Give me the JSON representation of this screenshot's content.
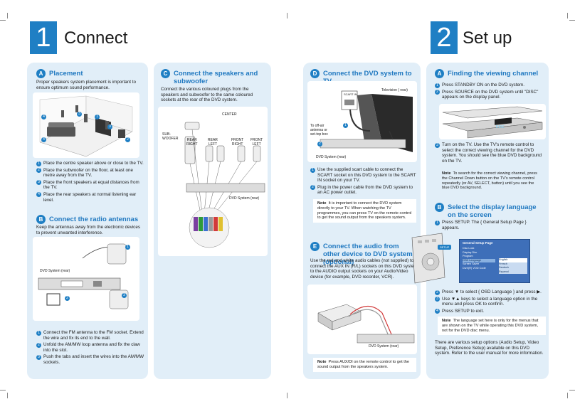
{
  "left_step": {
    "number": "1",
    "title": "Connect"
  },
  "right_step": {
    "number": "2",
    "title": "Set up"
  },
  "placement": {
    "letter": "A",
    "title": "Placement",
    "intro": "Proper speakers system placement is important to ensure optimum sound performance.",
    "callouts": [
      "4",
      "3",
      "1",
      "2",
      "4",
      "3"
    ],
    "steps": [
      {
        "n": "1",
        "text": "Place the centre speaker above or close to the TV."
      },
      {
        "n": "2",
        "text": "Place the subwoofer on the floor, at least one metre away from the TV."
      },
      {
        "n": "3",
        "text": "Place the front speakers at equal distances from the TV."
      },
      {
        "n": "4",
        "text": "Place the rear speakers at normal listening ear level."
      }
    ]
  },
  "radio": {
    "letter": "B",
    "title": "Connect the radio antennas",
    "intro": "Keep the antennas away from the electronic devices to prevent unwanted interference.",
    "device_label": "DVD System (rear)",
    "callouts": [
      "1",
      "2",
      "3"
    ],
    "steps": [
      {
        "n": "1",
        "text": "Connect the FM antenna to the FM socket. Extend the wire and fix its end to the wall."
      },
      {
        "n": "2",
        "text": "Unfold the AM/MW loop antenna and fix the claw into the slot."
      },
      {
        "n": "3",
        "text": "Push the tabs and insert the wires into the AM/MW sockets."
      }
    ]
  },
  "speakers": {
    "letter": "C",
    "title": "Connect the speakers and subwoofer",
    "intro": "Connect the various coloured plugs from the speakers and subwoofer to the same coloured sockets at the rear of the DVD system.",
    "labels": {
      "center": "CENTER",
      "subwoofer": "SUB-\nWOOFER",
      "rear_right": "REAR\nRIGHT",
      "rear_left": "REAR\nLEFT",
      "front_right": "FRONT\nRIGHT",
      "front_left": "FRONT\nLEFT"
    },
    "device_label": "DVD System (rear)"
  },
  "dvd_tv": {
    "letter": "D",
    "title": "Connect the DVD system to TV",
    "tv_label": "Television ( rear)",
    "scart_label": "SCART IN",
    "offair_label": "To off-air\nantenna or\nset-top box",
    "device_label": "DVD System (rear)",
    "callouts": [
      "1",
      "2"
    ],
    "steps": [
      {
        "n": "1",
        "text": "Use the supplied scart cable to connect the SCART socket on this DVD system to the SCART IN socket on your TV."
      },
      {
        "n": "2",
        "text": "Plug in the power cable from the DVD system to an AC power outlet."
      }
    ],
    "note_label": "Note",
    "note_text": "It is important to connect the DVD system directly to your TV. When watching the TV programmes, you can press TV on the remote control to get the sound output from the speakers system."
  },
  "audio": {
    "letter": "E",
    "title": "Connect the audio from other device to DVD system (optional)",
    "intro": "Use the red and white audio cables (not supplied) to connect the AUX IN (R/L) sockets on this DVD system to the AUDIO output sockets on your Audio/Video device (for example, DVD recorder, VCR).",
    "device_label": "DVD System (rear)",
    "note_label": "Note",
    "note_text": "Press AUX/DI on the remote control to get the sound output from the speakers system."
  },
  "viewing": {
    "letter": "A",
    "title": "Finding the viewing channel",
    "display_text": "DISC",
    "steps": [
      {
        "n": "1",
        "text": "Press STANDBY ON on the DVD system."
      },
      {
        "n": "2",
        "text": "Press SOURCE on the DVD system until \"DISC\" appears on the display panel."
      },
      {
        "n": "3",
        "text": "Turn on the TV. Use the TV's remote control to select the correct viewing channel for the DVD system. You should see the blue DVD background on the TV."
      }
    ],
    "note_label": "Note",
    "note_text": "To search for the correct viewing channel, press the Channel Down button on the TV's remote control repeatedly (or AV, SELECT, button) until you see the blue DVD background."
  },
  "language": {
    "letter": "B",
    "title": "Select the display language on the screen",
    "step1": {
      "n": "1",
      "text": "Press SETUP. The { General Setup Page } appears."
    },
    "remote_key": "SETUP",
    "menu": {
      "title": "General Setup Page",
      "items": [
        "Disc Lock",
        "Display Dim",
        "Program",
        "OSD Language",
        "Screen Saver",
        "DivX(R) VOD Code"
      ],
      "options": [
        "English",
        "French",
        "Deutsch",
        "Espanol"
      ]
    },
    "steps": [
      {
        "n": "2",
        "text": "Press ▼ to select { OSD Language } and press ▶."
      },
      {
        "n": "3",
        "text": "Use ▼▲ keys to select a language option in the menu and press OK to confirm."
      },
      {
        "n": "4",
        "text": "Press SETUP to exit."
      }
    ],
    "note_label": "Note",
    "note_text": "The language set here is only for the menus that are shown on the TV while operating this DVD system, not for the DVD disc menu.",
    "outro": "There are various setup options (Audio Setup, Video Setup, Preference Setup) available on this DVD system. Refer to the user manual for more information."
  },
  "colors": {
    "accent": "#1f7fc4",
    "panel": "#e1eef8",
    "heading": "#1f78c0"
  }
}
